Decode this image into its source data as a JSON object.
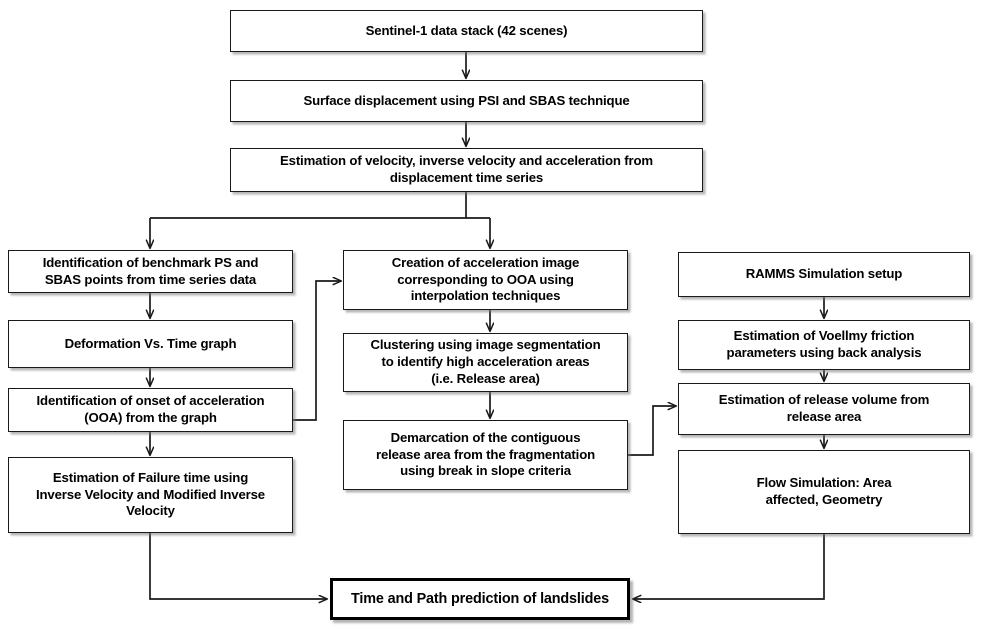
{
  "diagram": {
    "title": "Methodology flowchart for time and path prediction of landslides",
    "stroke_color": "#1a1a1a",
    "terminal_stroke_color": "#000000",
    "background_color": "#ffffff"
  },
  "nodes": {
    "n1": {
      "label": "Sentinel-1 data stack (42 scenes)"
    },
    "n2": {
      "label": "Surface displacement using PSI and SBAS  technique"
    },
    "n3": {
      "label": "Estimation of  velocity, inverse velocity and acceleration from\ndisplacement time series"
    },
    "l1": {
      "label": "Identification of benchmark PS and\nSBAS points from time series data"
    },
    "l2": {
      "label": "Deformation Vs. Time graph"
    },
    "l3": {
      "label": "Identification of onset of acceleration\n(OOA) from the graph"
    },
    "l4": {
      "label": "Estimation of Failure time using\nInverse Velocity and Modified Inverse\nVelocity"
    },
    "m1": {
      "label": "Creation of acceleration image\ncorresponding to OOA using\ninterpolation techniques"
    },
    "m2": {
      "label": "Clustering using image segmentation\nto identify high acceleration areas\n(i.e. Release area)"
    },
    "m3": {
      "label": "Demarcation of the contiguous\nrelease area from the fragmentation\nusing break in slope criteria"
    },
    "r1": {
      "label": "RAMMS Simulation setup"
    },
    "r2": {
      "label": "Estimation of Voellmy friction\nparameters using back analysis"
    },
    "r3": {
      "label": "Estimation of  release volume from\nrelease area"
    },
    "r4": {
      "label": "Flow Simulation: Area\naffected, Geometry"
    },
    "end": {
      "label": "Time and Path prediction of landslides"
    }
  },
  "edges": [
    {
      "name": "edge-n1-n2",
      "from": "n1",
      "to": "n2",
      "kind": "straight-down-arrow"
    },
    {
      "name": "edge-n2-n3",
      "from": "n2",
      "to": "n3",
      "kind": "straight-down-arrow"
    },
    {
      "name": "edge-n3-split",
      "from": "n3",
      "to": "l1,m1",
      "kind": "split-down-arrow"
    },
    {
      "name": "edge-l1-l2",
      "from": "l1",
      "to": "l2",
      "kind": "straight-down-arrow"
    },
    {
      "name": "edge-l2-l3",
      "from": "l2",
      "to": "l3",
      "kind": "straight-down-arrow"
    },
    {
      "name": "edge-l3-l4",
      "from": "l3",
      "to": "l4",
      "kind": "straight-down-arrow"
    },
    {
      "name": "edge-l3-m1",
      "from": "l3",
      "to": "m1",
      "kind": "right-then-up-arrow"
    },
    {
      "name": "edge-m1-m2",
      "from": "m1",
      "to": "m2",
      "kind": "straight-down-arrow"
    },
    {
      "name": "edge-m2-m3",
      "from": "m2",
      "to": "m3",
      "kind": "straight-down-arrow"
    },
    {
      "name": "edge-m3-r3",
      "from": "m3",
      "to": "r3",
      "kind": "right-then-up-arrow"
    },
    {
      "name": "edge-r1-r2",
      "from": "r1",
      "to": "r2",
      "kind": "straight-down-arrow"
    },
    {
      "name": "edge-r2-r3",
      "from": "r2",
      "to": "r3",
      "kind": "straight-down-arrow"
    },
    {
      "name": "edge-r3-r4",
      "from": "r3",
      "to": "r4",
      "kind": "straight-down-arrow"
    },
    {
      "name": "edge-l4-end",
      "from": "l4",
      "to": "end",
      "kind": "down-then-right-arrow"
    },
    {
      "name": "edge-r4-end",
      "from": "r4",
      "to": "end",
      "kind": "down-then-left-arrow"
    }
  ]
}
